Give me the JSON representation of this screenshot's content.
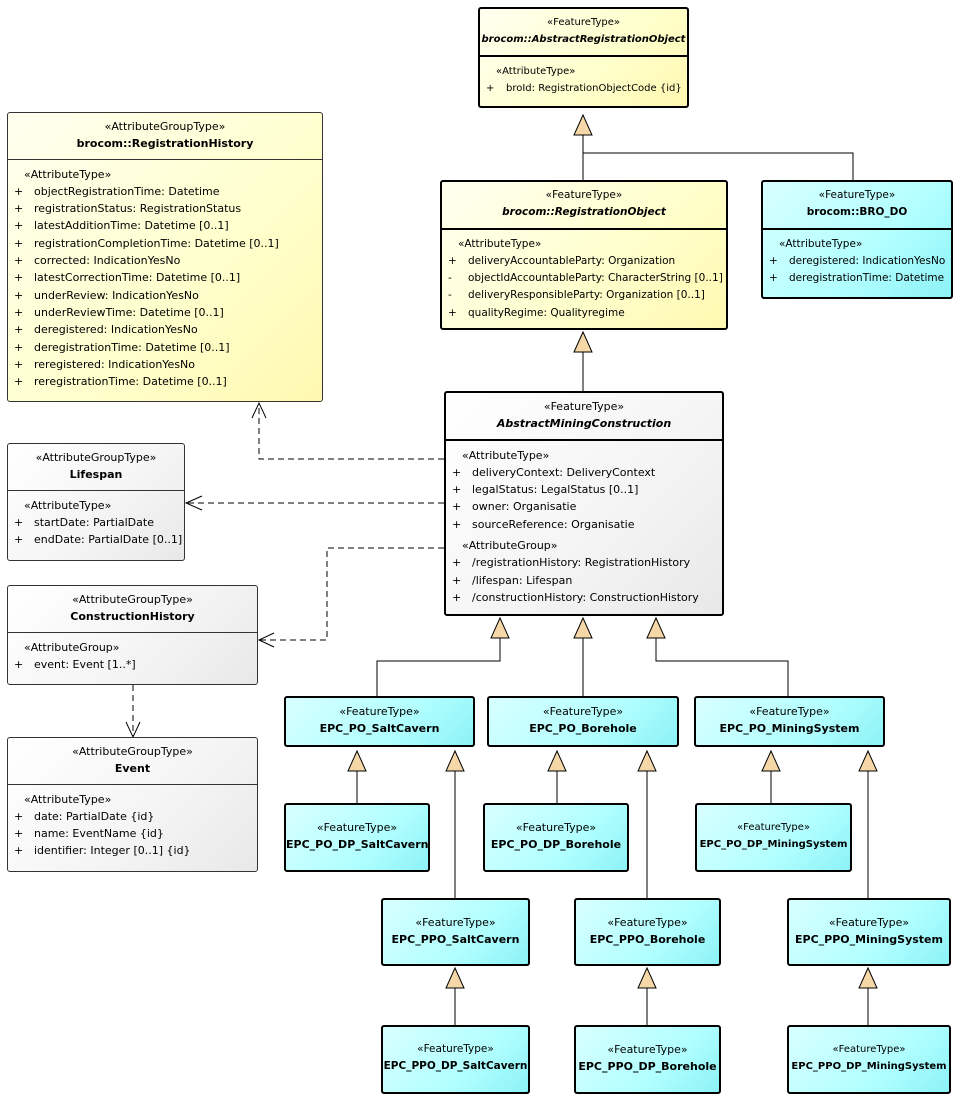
{
  "colors": {
    "yellow": "#ffffcc",
    "grey": "#f2f2f2",
    "cyan": "#aaffff",
    "line": "#000000",
    "arrow_fill": "#f6d7a8"
  },
  "boxes": {
    "abstract_registration_object": {
      "stereotype": "«FeatureType»",
      "name": "brocom::AbstractRegistrationObject",
      "groups": [
        {
          "label": "«AttributeType»",
          "attrs": [
            {
              "vis": "+",
              "text": "broId: RegistrationObjectCode {id}"
            }
          ]
        }
      ]
    },
    "registration_history": {
      "stereotype": "«AttributeGroupType»",
      "name": "brocom::RegistrationHistory",
      "groups": [
        {
          "label": "«AttributeType»",
          "attrs": [
            {
              "vis": "+",
              "text": "objectRegistrationTime: Datetime"
            },
            {
              "vis": "+",
              "text": "registrationStatus: RegistrationStatus"
            },
            {
              "vis": "+",
              "text": "latestAdditionTime: Datetime [0..1]"
            },
            {
              "vis": "+",
              "text": "registrationCompletionTime: Datetime [0..1]"
            },
            {
              "vis": "+",
              "text": "corrected: IndicationYesNo"
            },
            {
              "vis": "+",
              "text": "latestCorrectionTime: Datetime [0..1]"
            },
            {
              "vis": "+",
              "text": "underReview: IndicationYesNo"
            },
            {
              "vis": "+",
              "text": "underReviewTime: Datetime [0..1]"
            },
            {
              "vis": "+",
              "text": "deregistered: IndicationYesNo"
            },
            {
              "vis": "+",
              "text": "deregistrationTime: Datetime [0..1]"
            },
            {
              "vis": "+",
              "text": "reregistered: IndicationYesNo"
            },
            {
              "vis": "+",
              "text": "reregistrationTime: Datetime [0..1]"
            }
          ]
        }
      ]
    },
    "registration_object": {
      "stereotype": "«FeatureType»",
      "name": "brocom::RegistrationObject",
      "groups": [
        {
          "label": "«AttributeType»",
          "attrs": [
            {
              "vis": "+",
              "text": "deliveryAccountableParty: Organization"
            },
            {
              "vis": "-",
              "text": "objectIdAccountableParty: CharacterString [0..1]"
            },
            {
              "vis": "-",
              "text": "deliveryResponsibleParty: Organization [0..1]"
            },
            {
              "vis": "+",
              "text": "qualityRegime: Qualityregime"
            }
          ]
        }
      ]
    },
    "bro_do": {
      "stereotype": "«FeatureType»",
      "name": "brocom::BRO_DO",
      "groups": [
        {
          "label": "«AttributeType»",
          "attrs": [
            {
              "vis": "+",
              "text": "deregistered: IndicationYesNo"
            },
            {
              "vis": "+",
              "text": "deregistrationTime: Datetime"
            }
          ]
        }
      ]
    },
    "abstract_mining_construction": {
      "stereotype": "«FeatureType»",
      "name": "AbstractMiningConstruction",
      "groups": [
        {
          "label": "«AttributeType»",
          "attrs": [
            {
              "vis": "+",
              "text": "deliveryContext: DeliveryContext"
            },
            {
              "vis": "+",
              "text": "legalStatus: LegalStatus [0..1]"
            },
            {
              "vis": "+",
              "text": "owner: Organisatie"
            },
            {
              "vis": "+",
              "text": "sourceReference: Organisatie"
            }
          ]
        },
        {
          "label": "«AttributeGroup»",
          "attrs": [
            {
              "vis": "+",
              "text": "/registrationHistory: RegistrationHistory"
            },
            {
              "vis": "+",
              "text": "/lifespan: Lifespan"
            },
            {
              "vis": "+",
              "text": "/constructionHistory: ConstructionHistory"
            }
          ]
        }
      ]
    },
    "lifespan": {
      "stereotype": "«AttributeGroupType»",
      "name": "Lifespan",
      "groups": [
        {
          "label": "«AttributeType»",
          "attrs": [
            {
              "vis": "+",
              "text": "startDate: PartialDate"
            },
            {
              "vis": "+",
              "text": "endDate: PartialDate [0..1]"
            }
          ]
        }
      ]
    },
    "construction_history": {
      "stereotype": "«AttributeGroupType»",
      "name": "ConstructionHistory",
      "groups": [
        {
          "label": "«AttributeGroup»",
          "attrs": [
            {
              "vis": "+",
              "text": "event: Event [1..*]"
            }
          ]
        }
      ]
    },
    "event": {
      "stereotype": "«AttributeGroupType»",
      "name": "Event",
      "groups": [
        {
          "label": "«AttributeType»",
          "attrs": [
            {
              "vis": "+",
              "text": "date: PartialDate {id}"
            },
            {
              "vis": "+",
              "text": "name: EventName {id}"
            },
            {
              "vis": "+",
              "text": "identifier: Integer [0..1] {id}"
            }
          ]
        }
      ]
    },
    "epc_po_saltcavern": {
      "stereotype": "«FeatureType»",
      "name": "EPC_PO_SaltCavern"
    },
    "epc_po_borehole": {
      "stereotype": "«FeatureType»",
      "name": "EPC_PO_Borehole"
    },
    "epc_po_miningsystem": {
      "stereotype": "«FeatureType»",
      "name": "EPC_PO_MiningSystem"
    },
    "epc_po_dp_saltcavern": {
      "stereotype": "«FeatureType»",
      "name": "EPC_PO_DP_SaltCavern"
    },
    "epc_po_dp_borehole": {
      "stereotype": "«FeatureType»",
      "name": "EPC_PO_DP_Borehole"
    },
    "epc_po_dp_miningsystem": {
      "stereotype": "«FeatureType»",
      "name": "EPC_PO_DP_MiningSystem"
    },
    "epc_ppo_saltcavern": {
      "stereotype": "«FeatureType»",
      "name": "EPC_PPO_SaltCavern"
    },
    "epc_ppo_borehole": {
      "stereotype": "«FeatureType»",
      "name": "EPC_PPO_Borehole"
    },
    "epc_ppo_miningsystem": {
      "stereotype": "«FeatureType»",
      "name": "EPC_PPO_MiningSystem"
    },
    "epc_ppo_dp_saltcavern": {
      "stereotype": "«FeatureType»",
      "name": "EPC_PPO_DP_SaltCavern"
    },
    "epc_ppo_dp_borehole": {
      "stereotype": "«FeatureType»",
      "name": "EPC_PPO_DP_Borehole"
    },
    "epc_ppo_dp_miningsystem": {
      "stereotype": "«FeatureType»",
      "name": "EPC_PPO_DP_MiningSystem"
    }
  }
}
